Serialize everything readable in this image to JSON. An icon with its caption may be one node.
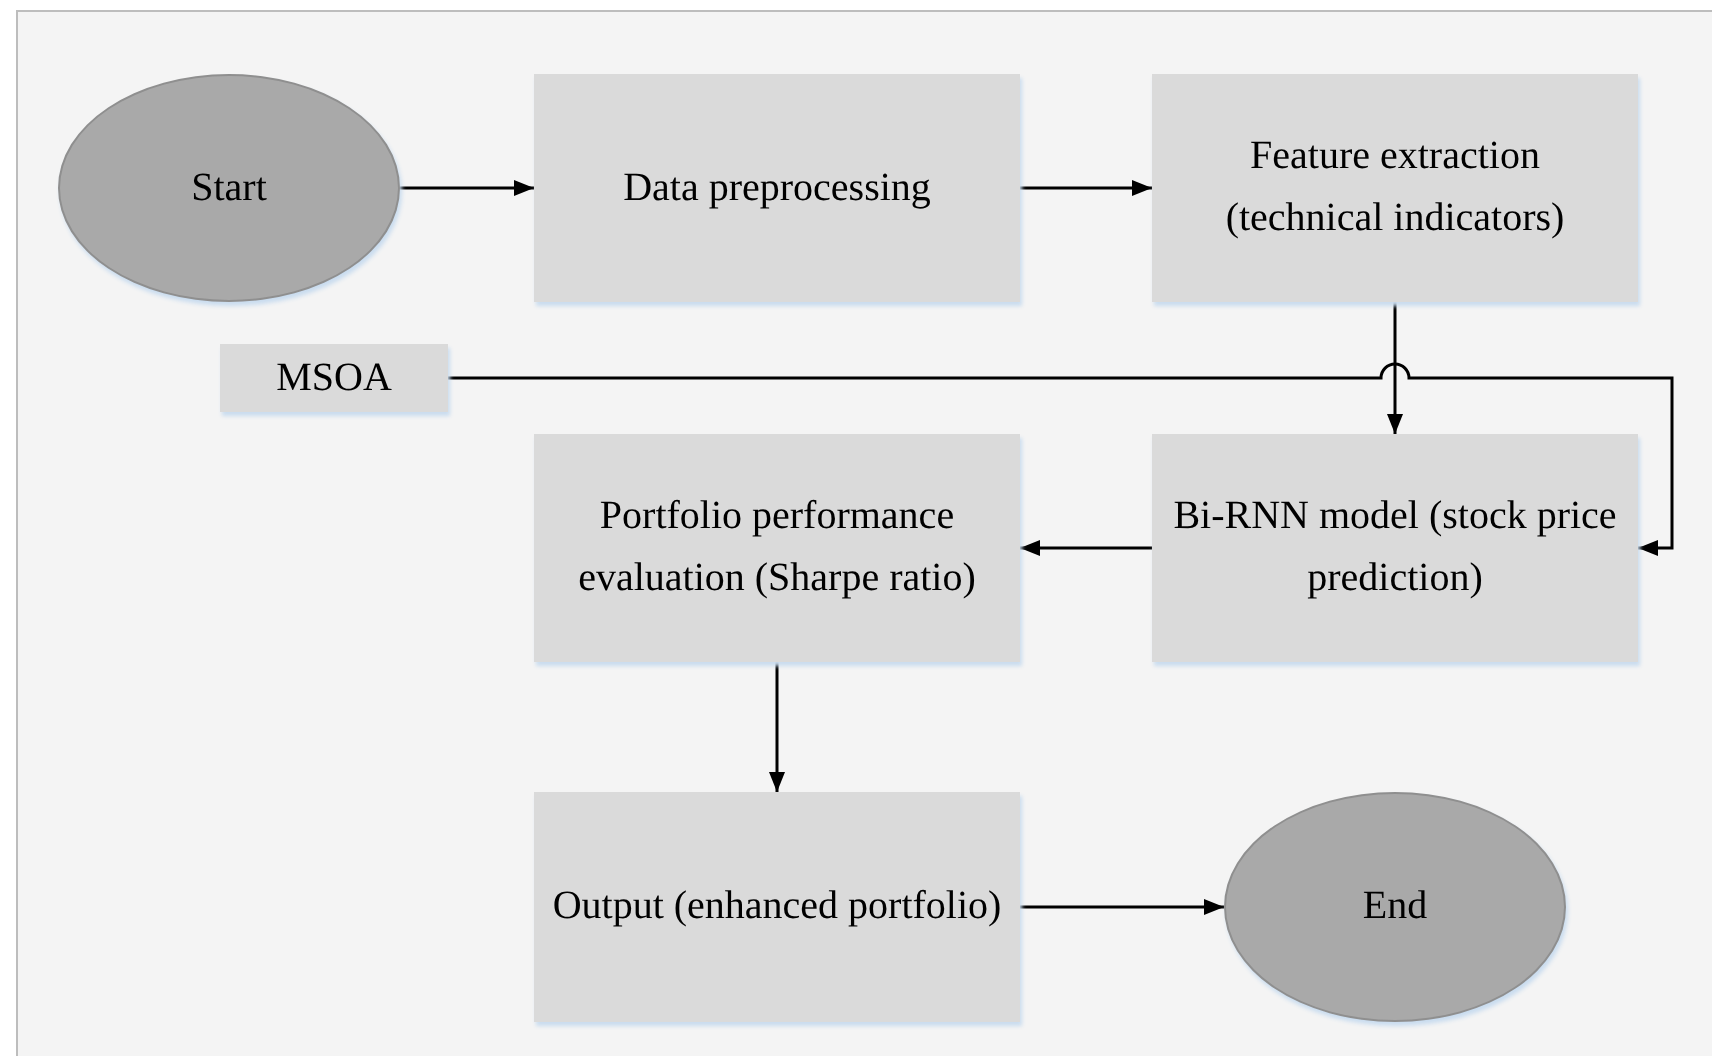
{
  "diagram": {
    "nodes": [
      {
        "text": [
          "Start"
        ]
      },
      {
        "text": [
          "Data preprocessing"
        ]
      },
      {
        "text": [
          "Feature extraction (technical indicators)"
        ]
      },
      {
        "text": [
          "MSOA"
        ]
      },
      {
        "text": [
          "Portfolio performance evaluation (Sharpe ratio)"
        ]
      },
      {
        "text": [
          "Bi-RNN model (stock price prediction)"
        ]
      },
      {
        "text": [
          "Output (enhanced portfolio)"
        ]
      },
      {
        "text": [
          "End"
        ]
      }
    ],
    "edges": [
      {
        "from": 0,
        "to": 1,
        "arrow": "to"
      },
      {
        "from": 1,
        "to": 2,
        "arrow": "to"
      },
      {
        "from": 2,
        "to": 5,
        "arrow": "to"
      },
      {
        "from": 3,
        "to": 5,
        "arrow": "to"
      },
      {
        "from": 5,
        "to": 4,
        "arrow": "to"
      },
      {
        "from": 4,
        "to": 6,
        "arrow": "to"
      },
      {
        "from": 6,
        "to": 7,
        "arrow": "to"
      }
    ]
  }
}
